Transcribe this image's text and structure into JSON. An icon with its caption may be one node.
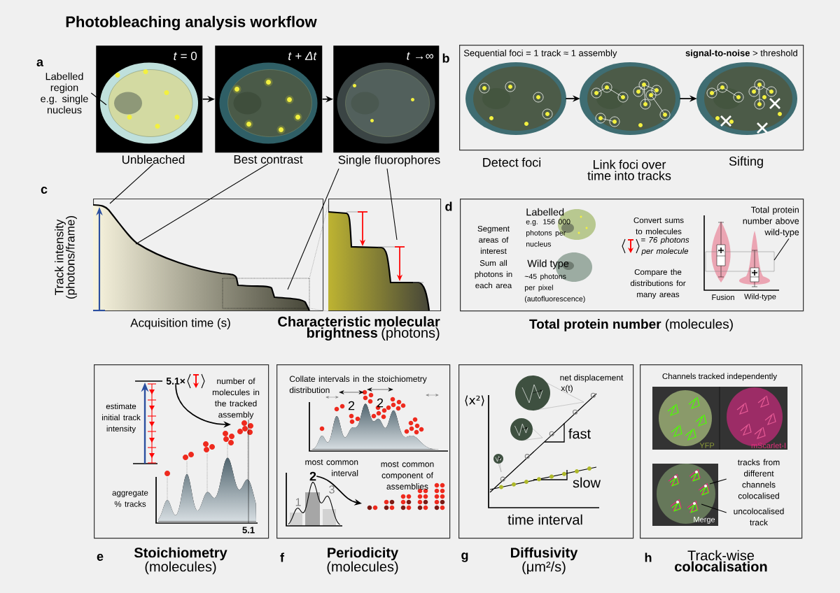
{
  "diagram": {
    "title": "Photobleaching analysis workflow",
    "nodes": [
      {
        "text": [
          "*t* = 0"
        ]
      },
      {
        "text": [
          "*t* + *Δt*"
        ]
      },
      {
        "text": [
          "*t* →∞"
        ]
      },
      {
        "text": [
          "Labelled region e.g. single nucleus"
        ]
      },
      {
        "text": [
          "Unbleached"
        ]
      },
      {
        "text": [
          "Best contrast"
        ]
      },
      {
        "text": [
          "Single fluorophores"
        ]
      },
      {
        "text": [
          "Sequential foci = 1 track ≈ 1 assembly",
          "**signal-to-noise** > threshold"
        ]
      },
      {
        "text": [],
        "shape": "picture",
        "in": 7,
        "beside": [
          "Detect foci"
        ]
      },
      {
        "text": [],
        "shape": "picture",
        "in": 7,
        "beside": [
          "Link foci over time into tracks"
        ]
      },
      {
        "text": [],
        "shape": "picture",
        "in": 7,
        "beside": [
          "Sifting"
        ]
      },
      {
        "text": [
          "Segment areas of interest",
          "Sum all photons in each area",
          "Labelled",
          "e.g. 156 000 photons per nucleus",
          "Wild type",
          "~45 photons per pixel (autofluorescence)",
          "Convert sums to molecules",
          "= 76 photons per molecule",
          "Compare the distributions for many areas",
          "Fusion",
          "Wild-type"
        ]
      },
      {
        "text": [
          "Total protein number above wild-type"
        ],
        "in": 11
      },
      {
        "text": [
          "estimate initial track intensity",
          "number of molecules in the tracked assembly",
          "aggregate % tracks",
          "5.1"
        ]
      },
      {
        "text": [
          "5.1×"
        ],
        "in": 13
      },
      {
        "text": [
          "Collate intervals in the stoichiometry distribution",
          "2",
          "2",
          "most common interval",
          "most common component of assemblies",
          "1",
          "3"
        ]
      },
      {
        "text": [
          "2"
        ],
        "in": 15
      },
      {
        "text": [
          "net displacement",
          "x(t)",
          "⟨x²⟩",
          "fast",
          "slow",
          "time interval"
        ]
      },
      {
        "text": [
          "Channels tracked independently",
          "YFP",
          "mScarlet-I",
          "Merge"
        ]
      },
      {
        "text": [
          "tracks from different channels colocalised"
        ],
        "in": 18
      },
      {
        "text": [
          "uncolocalised track"
        ],
        "in": 18
      },
      {
        "text": [],
        "shape": "picture"
      },
      {
        "text": [],
        "shape": "picture"
      }
    ],
    "edges": [
      {
        "from": 0,
        "to": 1,
        "arrow": "to"
      },
      {
        "from": 1,
        "to": 2,
        "arrow": "to"
      },
      {
        "from": 8,
        "to": 9,
        "arrow": "to"
      },
      {
        "from": 9,
        "to": 10,
        "arrow": "to"
      },
      {
        "from": 3,
        "to": 0,
        "arrow": "none"
      },
      {
        "from": 4,
        "to": 21,
        "arrow": "none"
      },
      {
        "from": 5,
        "to": 21,
        "arrow": "none"
      },
      {
        "from": 6,
        "to": 21,
        "arrow": "none"
      },
      {
        "from": 6,
        "to": 22,
        "arrow": "none"
      },
      {
        "from": 12,
        "to": null,
        "arrow": "none"
      },
      {
        "from": 14,
        "to": null,
        "arrow": "to"
      },
      {
        "from": 16,
        "to": null,
        "arrow": "to"
      },
      {
        "from": 19,
        "to": null,
        "arrow": "none"
      },
      {
        "from": 20,
        "to": null,
        "arrow": "none"
      },
      {
        "from": 21,
        "to": 22,
        "arrow": "none",
        "style": "dashed",
        "color": "#808080"
      },
      {
        "from": 21,
        "to": 22,
        "arrow": "none",
        "style": "dashed",
        "color": "#808080"
      }
    ],
    "labels": [
      "a",
      "b",
      "c",
      "Track intensity (photons/frame)",
      "Acquisition time (s)",
      "**Characteristic molecular brightness** (photons)",
      "d",
      "**Total protein number** (molecules)",
      "e",
      "**Stoichiometry** (molecules)",
      "f",
      "**Periodicity** (molecules)",
      "g",
      "**Diffusivity** (μm²/s)",
      "h",
      "Track-wise **colocalisation**"
    ]
  }
}
